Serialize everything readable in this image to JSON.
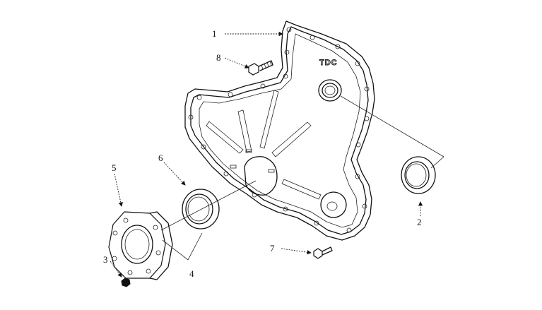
{
  "diagram": {
    "cover_mark": "TDC",
    "callouts": [
      {
        "id": "1",
        "label": "1"
      },
      {
        "id": "2",
        "label": "2"
      },
      {
        "id": "3",
        "label": "3"
      },
      {
        "id": "4",
        "label": "4"
      },
      {
        "id": "5",
        "label": "5"
      },
      {
        "id": "6",
        "label": "6"
      },
      {
        "id": "7",
        "label": "7"
      },
      {
        "id": "8",
        "label": "8"
      }
    ]
  }
}
